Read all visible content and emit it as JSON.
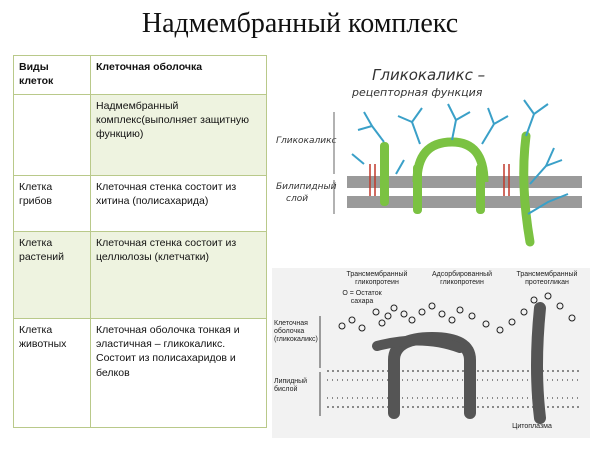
{
  "title": "Надмембранный комплекс",
  "table": {
    "header": [
      "Виды клеток",
      "Клеточная оболочка"
    ],
    "rows": [
      {
        "kind": "",
        "desc": "Надмембранный комплекс(выполняет защитную функцию)"
      },
      {
        "kind": "Клетка грибов",
        "desc": "Клеточная стенка состоит из хитина (полисахарида)"
      },
      {
        "kind": "Клетка растений",
        "desc": "Клеточная стенка состоит из целлюлозы (клетчатки)"
      },
      {
        "kind": "Клетка животных",
        "desc": "Клеточная оболочка тонкая и эластичная – гликокаликс. Состоит из полисахаридов и белков"
      }
    ]
  },
  "figure1": {
    "title_line1": "Гликокаликс –",
    "title_line2": "рецепторная функция",
    "label_glyco": "Гликокаликс",
    "label_bilayer_1": "Билипидный",
    "label_bilayer_2": "слой"
  },
  "figure2": {
    "label_tm_glyco_1": "Трансмембранный",
    "label_tm_glyco_2": "гликопротеин",
    "label_ads_1": "Адсорбированный",
    "label_ads_2": "гликопротеин",
    "label_tm_proteo_1": "Трансмембранный",
    "label_tm_proteo_2": "протеогликан",
    "label_sugar_1": "О = Остаток",
    "label_sugar_2": "сахара",
    "label_coat_1": "Клеточная",
    "label_coat_2": "оболочка",
    "label_coat_3": "(гликокаликс)",
    "label_lipid_1": "Липидный",
    "label_lipid_2": "бислой",
    "label_cyto": "Цитоплазма"
  },
  "colors": {
    "table_border": "#b9c98a",
    "table_fill": "#eef3e0",
    "protein_green": "#7bc242",
    "glyco_blue": "#3aa0c8",
    "membrane_gray": "#9a9a9a"
  }
}
